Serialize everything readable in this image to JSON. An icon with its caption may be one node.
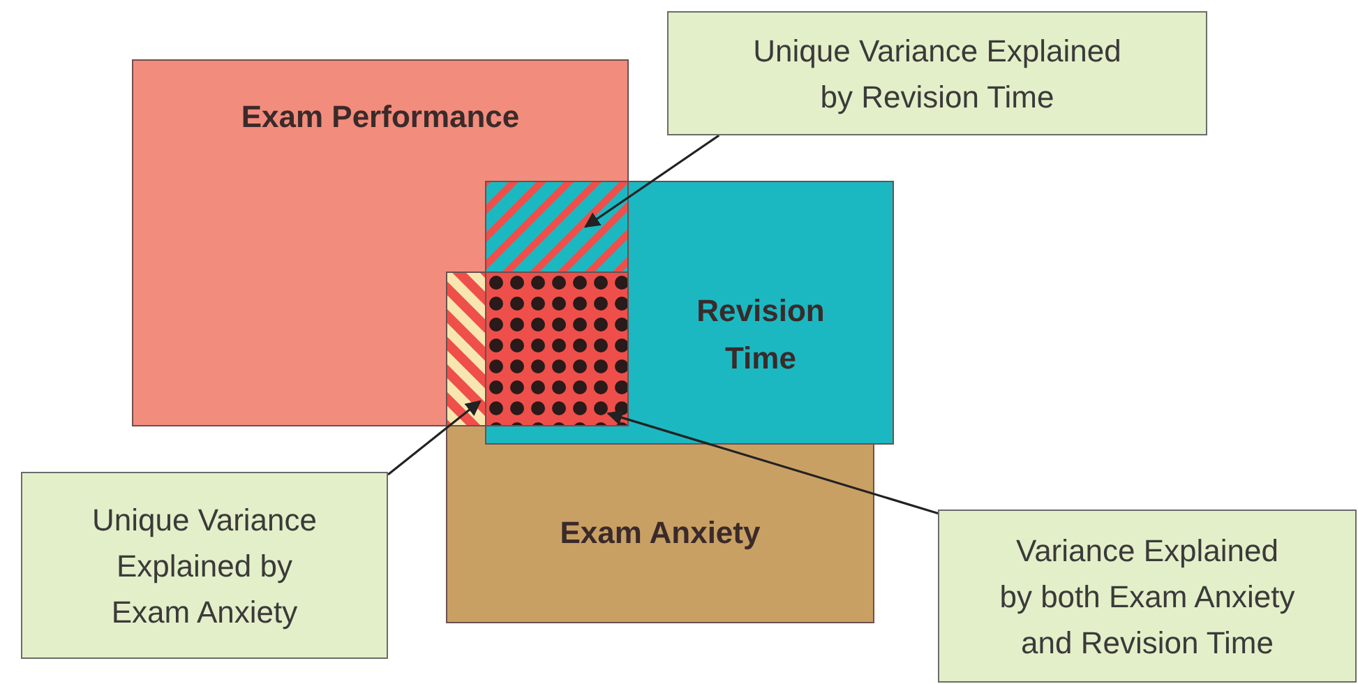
{
  "diagram": {
    "nodes": [
      {
        "text": [
          "Exam Performance"
        ]
      },
      {
        "text": [
          "Revision Time"
        ]
      },
      {
        "text": [
          "Exam Anxiety"
        ]
      },
      {
        "text": [
          "Unique Variance Explained by Revision Time"
        ]
      },
      {
        "text": [
          "Unique Variance Explained by Exam Anxiety"
        ]
      },
      {
        "text": [
          "Variance Explained by both Exam Anxiety and Revision Time"
        ]
      },
      {
        "text": [],
        "shape": "box"
      },
      {
        "text": [],
        "shape": "box"
      },
      {
        "text": [],
        "shape": "box"
      }
    ],
    "edges": [
      {
        "from": 3,
        "to": 6,
        "arrow": "to"
      },
      {
        "from": 4,
        "to": 7,
        "arrow": "to"
      },
      {
        "from": 5,
        "to": 8,
        "arrow": "to"
      }
    ]
  }
}
